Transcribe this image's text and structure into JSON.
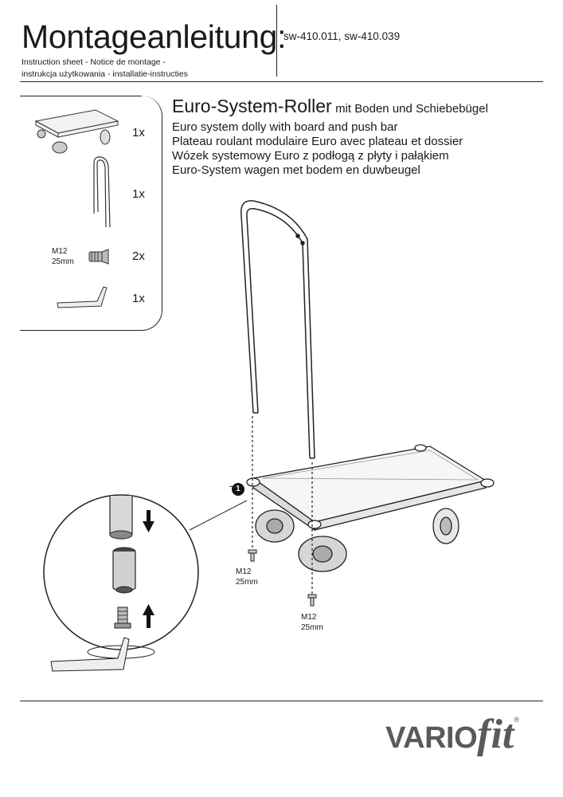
{
  "header": {
    "title": "Montageanleitung:",
    "subtitle_line1": "Instruction sheet - Notice de montage  -",
    "subtitle_line2": "instrukcja użytkowania - installatie-instructies",
    "article_numbers": "sw-410.011, sw-410.039"
  },
  "parts": {
    "dolly_qty": "1x",
    "push_bar_qty": "1x",
    "screw_label_line1": "M12",
    "screw_label_line2": "25mm",
    "screw_qty": "2x",
    "hex_key_qty": "1x"
  },
  "product": {
    "name": "Euro-System-Roller",
    "name_suffix": "mit Boden und Schiebebügel",
    "en": "Euro system dolly with board and push bar",
    "fr": "Plateau roulant modulaire Euro avec plateau et dossier",
    "pl": "Wózek systemowy Euro z podłogą z płyty i pałąkiem",
    "nl": "Euro-System wagen met bodem en duwbeugel"
  },
  "diagram": {
    "step_number": "1",
    "screw_left_line1": "M12",
    "screw_left_line2": "25mm",
    "screw_right_line1": "M12",
    "screw_right_line2": "25mm"
  },
  "footer": {
    "brand_vario": "VARIO",
    "brand_fit": "fit",
    "registered": "®"
  }
}
